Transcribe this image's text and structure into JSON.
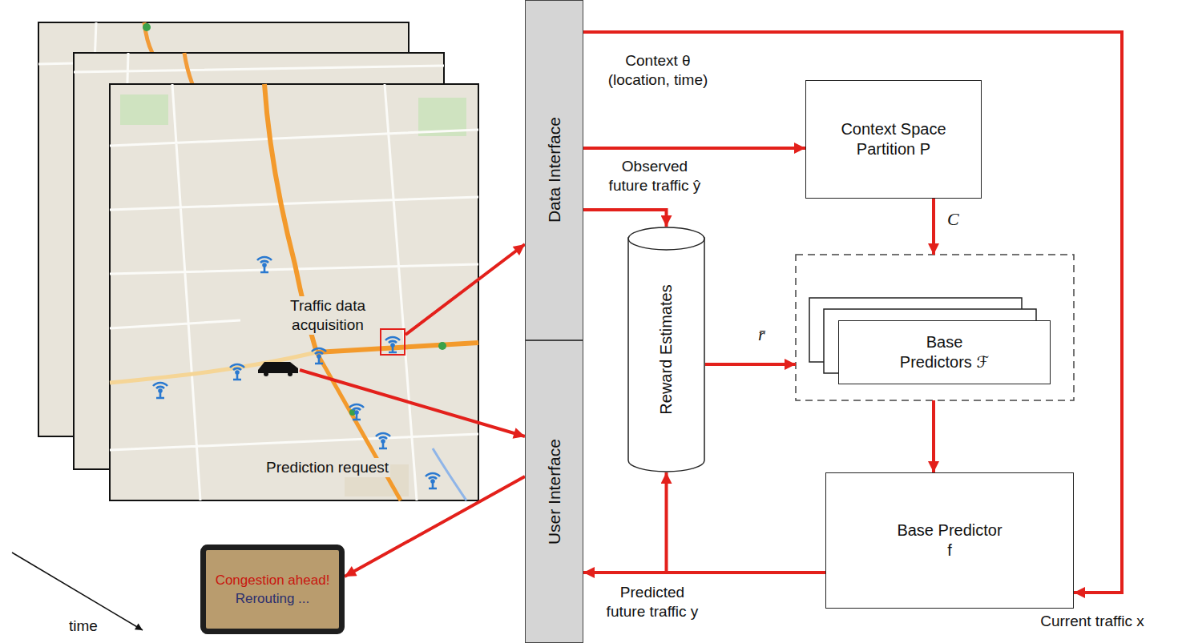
{
  "diagram": {
    "nodes": [
      {
        "text": [
          "Data Interface"
        ]
      },
      {
        "text": [
          "User Interface"
        ]
      },
      {
        "text": [
          "Context Space Partition P"
        ]
      },
      {
        "text": [
          "Reward Estimates"
        ]
      },
      {
        "text": [
          "Base Predictors ℱ"
        ]
      },
      {
        "text": [
          "Base Predictor f"
        ]
      },
      {
        "text": [
          "Congestion ahead!",
          "Rerouting ..."
        ]
      }
    ],
    "edges": [
      {
        "from": 0,
        "to": 2,
        "label": "Context θ (location, time)",
        "arrow": "to"
      },
      {
        "from": 0,
        "to": 3,
        "label": "Observed future traffic ŷ",
        "arrow": "to"
      },
      {
        "from": 2,
        "to": 4,
        "label": "C",
        "arrow": "to"
      },
      {
        "from": 3,
        "to": 4,
        "label": "r̄",
        "arrow": "to"
      },
      {
        "from": 4,
        "to": 5,
        "arrow": "to"
      },
      {
        "from": 0,
        "to": 5,
        "label": "Current traffic x",
        "arrow": "to"
      },
      {
        "from": 5,
        "to": 1,
        "label": "Predicted future traffic y",
        "arrow": "to"
      },
      {
        "from": 5,
        "to": 3,
        "arrow": "to"
      },
      {
        "from": 1,
        "to": 6,
        "arrow": "to"
      }
    ],
    "labels": [
      "Traffic data acquisition",
      "Prediction request",
      "time"
    ]
  }
}
